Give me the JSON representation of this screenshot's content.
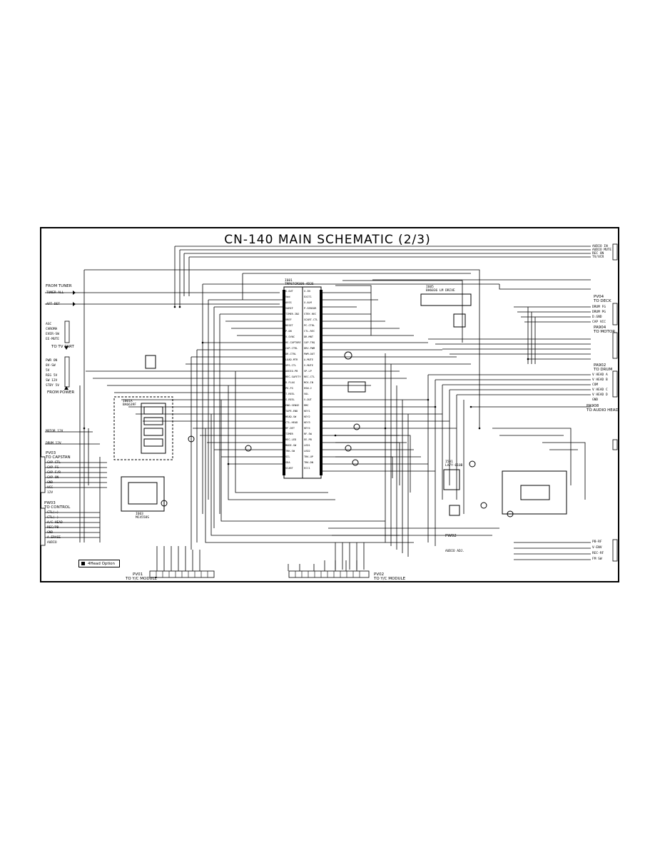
{
  "title": "CN-140 MAIN SCHEMATIC (2/3)",
  "ics": {
    "main": {
      "ref": "I601",
      "part": "TMP87CM36N-4D26"
    },
    "hall": {
      "ref": "I605",
      "part": "BH6036 LM DRIVE"
    },
    "left_a": {
      "ref": "I601A",
      "part": "BA6639F"
    },
    "left_b": {
      "ref": "I603",
      "part": "MC4558S"
    },
    "head_amp": {
      "ref": "I501",
      "part": "LA7Y-010B"
    }
  },
  "main_ic_left_pins": [
    "X-OUT",
    "Vdd",
    "AVSS",
    "VAREF",
    "TIMER-IN2",
    "VREF",
    "RESET",
    "P-ON",
    "V-SYNC",
    "HS-CAPTURE",
    "CAP-CTRL",
    "DR-CTRL",
    "LOAD-MTR",
    "VPS-CTL",
    "AUDIO-PB",
    "REC-SAFETY",
    "D-FLAG",
    "PG-FG",
    "T-REEL",
    "S-REEL",
    "END-SENSE",
    "TAPE-END",
    "HEAD-SW",
    "CTL-HEAD",
    "RF-DET",
    "TIMER",
    "REC-LED",
    "MODE-SW",
    "TRK-SW",
    "SCL",
    "SDA",
    "SCART"
  ],
  "main_ic_right_pins": [
    "X-IN",
    "EXIT1",
    "X-ALM",
    "P-SENSOR",
    "STBY-REC",
    "SCART-CTL",
    "PC-CTRL",
    "CTL-REC",
    "DR-MNT",
    "CAP-TRQ",
    "DRV-PWM",
    "PWM-OUT",
    "A-MUTE",
    "V-MUTE",
    "SP-LP",
    "REC-CTL",
    "MCK-IN",
    "HSW-2",
    "VOL",
    "V-OUT",
    "RMC",
    "KEY1",
    "KEY2",
    "KEY3",
    "KEY4",
    "RF-SW",
    "EE-PB",
    "LED1",
    "LED2",
    "TRK-UP",
    "TRK-DN",
    "ECC1"
  ],
  "left_labels": {
    "from_tuner": "FROM TUNER",
    "tuner_sig1": "TUNER-ALL",
    "tuner_sig2": "AFT DET",
    "to_tv_part": "TO TV PART",
    "tv_sigs": [
      "AGC",
      "CHROMA",
      "EVER-SW",
      "EE-MUTE"
    ],
    "from_power": "FROM POWER",
    "power_sigs": [
      "PWR ON",
      "8V-SW",
      "5V",
      "REG 5V",
      "SW 12V",
      "STBY 5V"
    ],
    "motor_sigs": [
      "MOTOR 12V",
      "DRUM 12V"
    ],
    "pv03": "PV03",
    "to_capstan": "TO CAPSTAN",
    "capstan_sigs": [
      "CAP CTL",
      "CAP FG",
      "CAP F/R",
      "CAP ON",
      "GND",
      "VCC",
      "12V"
    ],
    "pw03": "PW03",
    "to_control": "TO CONTROL",
    "control_sigs": [
      "CTL(+)",
      "CTL(-)",
      "A/C HEAD",
      "REC/PB",
      "GND",
      "A.ERASE",
      "AUDIO"
    ]
  },
  "right_labels": {
    "top_sigs": [
      "AUDIO IN",
      "AUDIO MUTE",
      "REC ON",
      "TV/VCR"
    ],
    "pv04": "PV04",
    "to_deck": "TO DECK",
    "deck_sigs": [
      "DRUM FG",
      "DRUM PG",
      "D.GND",
      "CAP VCC"
    ],
    "pa904": "PA904",
    "to_motor": "TO MOTOR",
    "pa902": "PA902",
    "to_drum": "TO DRUM",
    "drum_sigs": [
      "V HEAD A",
      "V HEAD B",
      "COM",
      "V HEAD C",
      "V HEAD D",
      "GND"
    ],
    "pa908": "PA908",
    "to_audio_head": "TO AUDIO HEAD",
    "bottom_sigs": [
      "PB-RF",
      "V-ENV",
      "REC-RF",
      "FM SW"
    ]
  },
  "bottom_labels": {
    "pv01": "PV01",
    "to_yc_1": "TO Y/C MODULE",
    "pv02": "PV02",
    "to_yc_2": "TO Y/C MODULE",
    "pw02": "PW02",
    "adj": "AUDIO ADJ."
  },
  "option_note": "4Head Option"
}
